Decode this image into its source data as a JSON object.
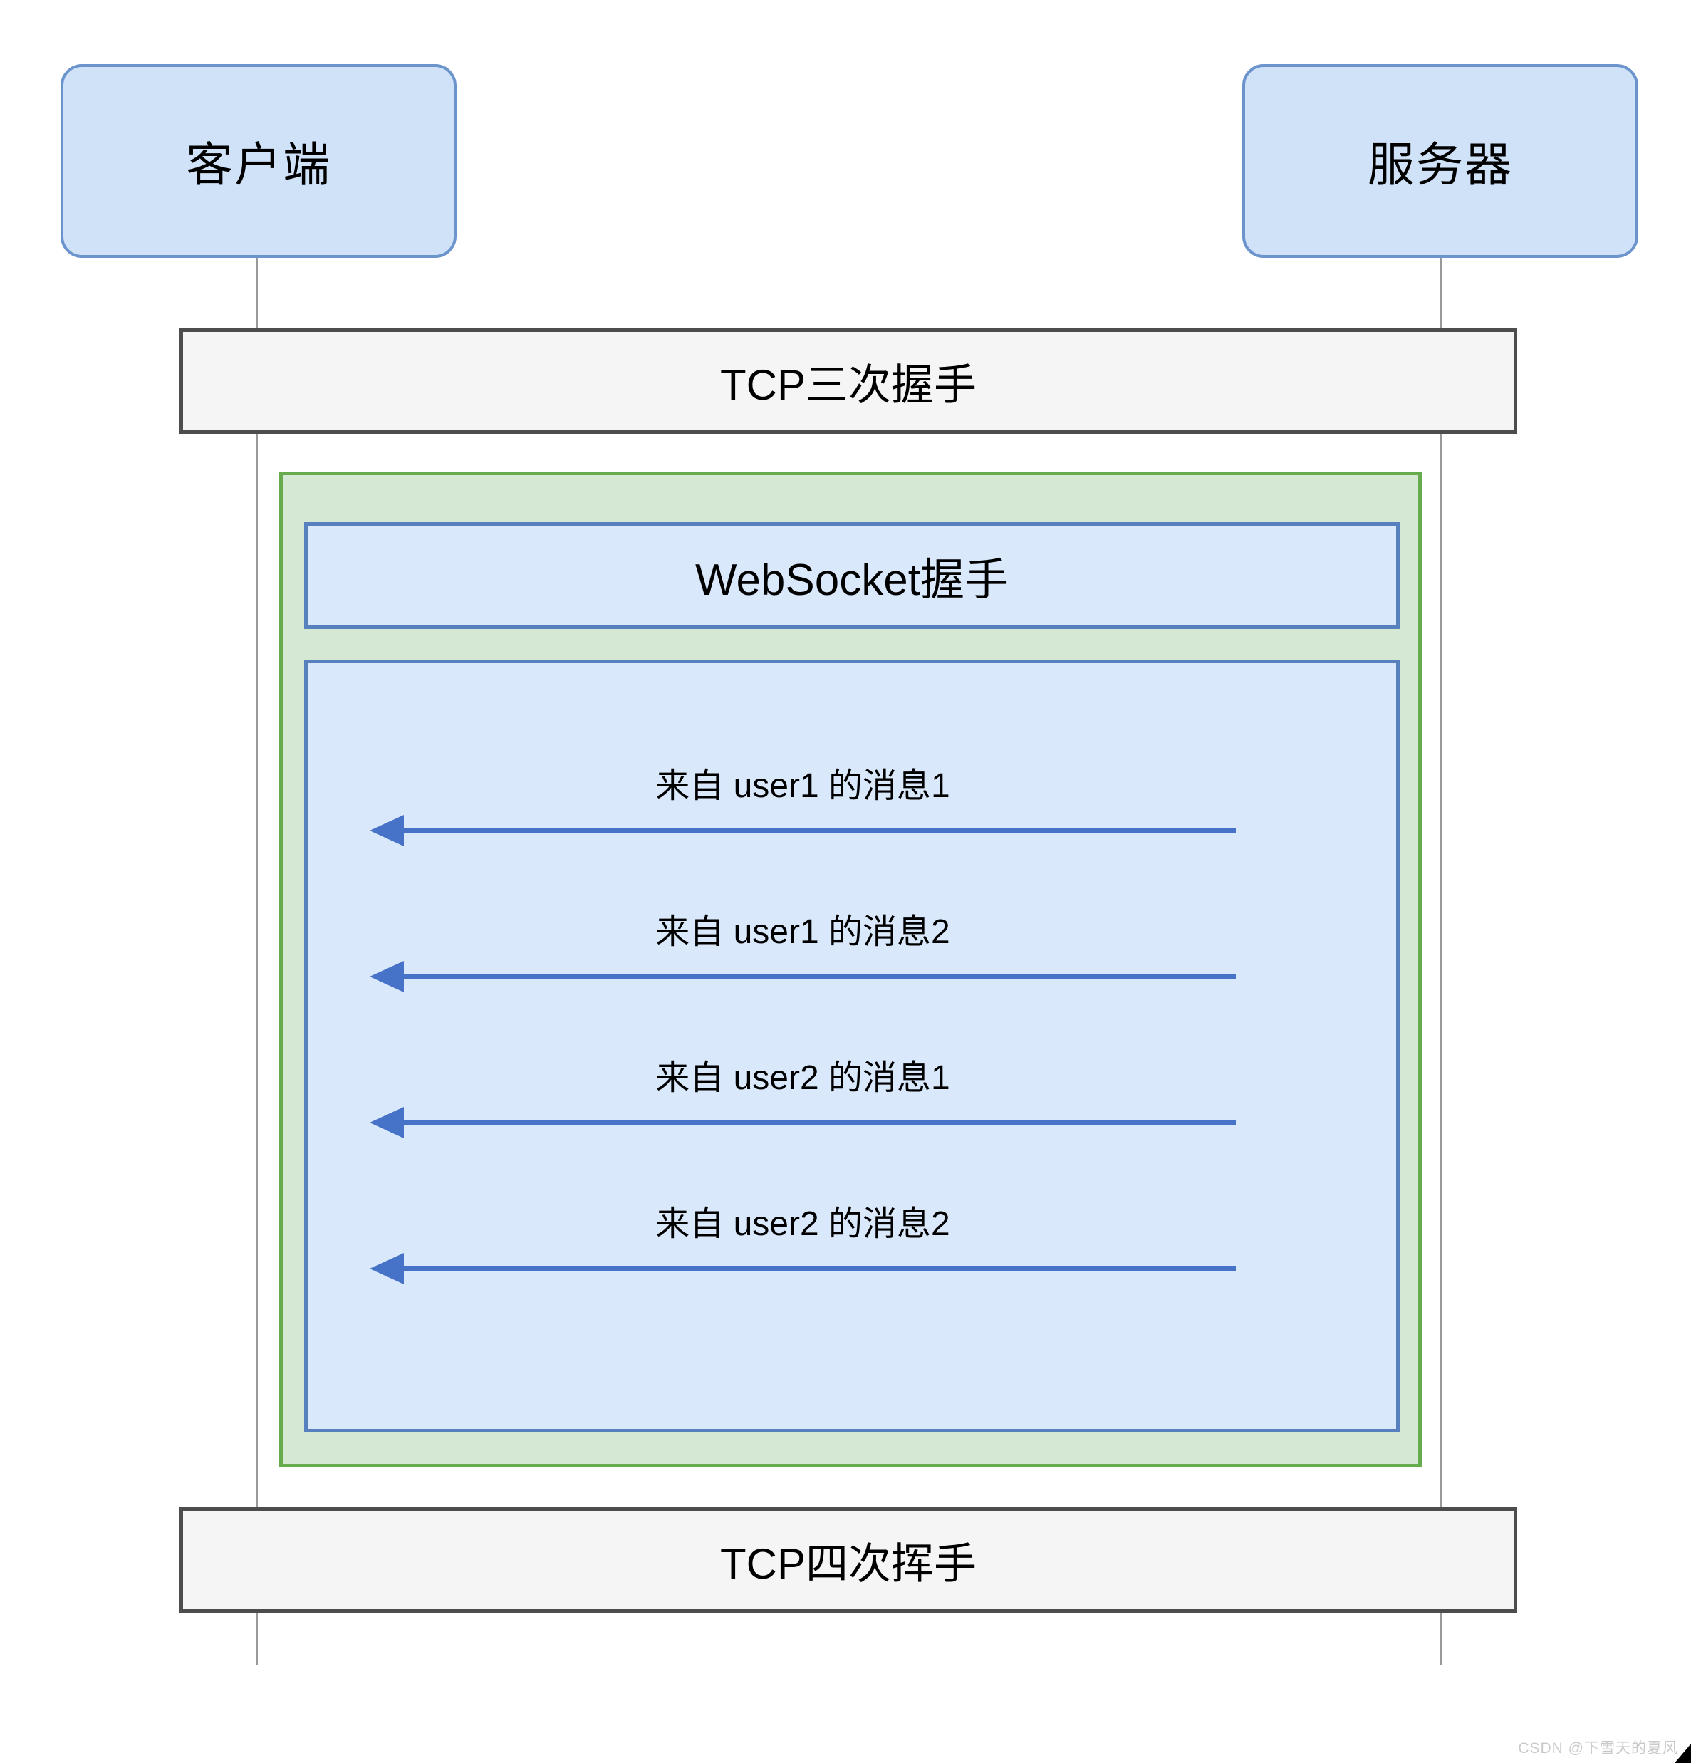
{
  "diagram": {
    "type": "sequence",
    "actors": [
      {
        "id": "client",
        "label": "客户端"
      },
      {
        "id": "server",
        "label": "服务器"
      }
    ],
    "phases": {
      "tcp_open_label": "TCP三次握手",
      "websocket_handshake_label": "WebSocket握手",
      "tcp_close_label": "TCP四次挥手"
    },
    "messages": [
      {
        "label": "来自 user1 的消息1",
        "from": "server",
        "to": "client",
        "direction": "left"
      },
      {
        "label": "来自 user1 的消息2",
        "from": "server",
        "to": "client",
        "direction": "left"
      },
      {
        "label": "来自 user2 的消息1",
        "from": "server",
        "to": "client",
        "direction": "left"
      },
      {
        "label": "来自 user2 的消息2",
        "from": "server",
        "to": "client",
        "direction": "left"
      }
    ],
    "watermark": "CSDN @下雪天的夏风"
  },
  "colors": {
    "node_fill": "#cfe2f8",
    "node_border": "#6b94cd",
    "panel_fill": "#dae8fc",
    "panel_border": "#5781be",
    "group_fill": "#d5e8d4",
    "group_border": "#67ab4f",
    "bar_fill": "#f5f5f5",
    "bar_border": "#4d4d4d",
    "arrow": "#4673c8",
    "lifeline": "#999999",
    "watermark": "#c9c9c9",
    "cursor": "#000000"
  }
}
